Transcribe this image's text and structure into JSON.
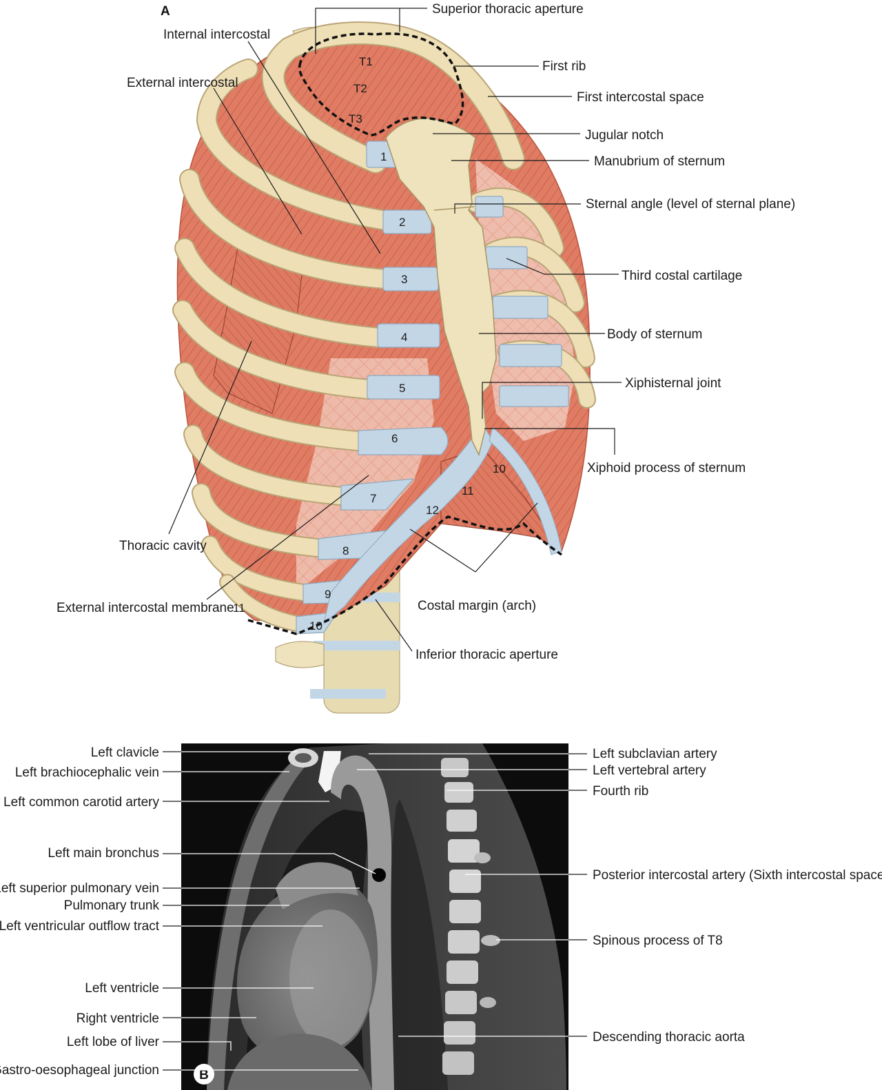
{
  "panel_a": {
    "letter": "A",
    "labels": [
      {
        "id": "superior-thoracic-aperture",
        "text": "Superior thoracic aperture"
      },
      {
        "id": "internal-intercostal",
        "text": "Internal intercostal"
      },
      {
        "id": "external-intercostal",
        "text": "External intercostal"
      },
      {
        "id": "first-rib",
        "text": "First rib"
      },
      {
        "id": "first-intercostal-space",
        "text": "First intercostal space"
      },
      {
        "id": "jugular-notch",
        "text": "Jugular notch"
      },
      {
        "id": "manubrium",
        "text": "Manubrium of sternum"
      },
      {
        "id": "sternal-angle",
        "text": "Sternal angle (level of sternal plane)"
      },
      {
        "id": "third-costal-cartilage",
        "text": "Third costal cartilage"
      },
      {
        "id": "body-of-sternum",
        "text": "Body of sternum"
      },
      {
        "id": "xiphisternal-joint",
        "text": "Xiphisternal joint"
      },
      {
        "id": "xiphoid-process",
        "text": "Xiphoid process of sternum"
      },
      {
        "id": "thoracic-cavity",
        "text": "Thoracic cavity"
      },
      {
        "id": "external-intercostal-membrane",
        "text": "External intercostal membrane"
      },
      {
        "id": "costal-margin",
        "text": "Costal margin (arch)"
      },
      {
        "id": "inferior-thoracic-aperture",
        "text": "Inferior thoracic aperture"
      }
    ],
    "vertebra_labels": [
      "T1",
      "T2",
      "T3"
    ],
    "cartilage_numbers": [
      "1",
      "2",
      "3",
      "4",
      "5",
      "6",
      "7",
      "8",
      "9",
      "10"
    ],
    "lower_rib_numbers": [
      "10",
      "11",
      "12",
      "11"
    ]
  },
  "panel_b": {
    "letter": "B",
    "left_labels": [
      {
        "id": "left-clavicle",
        "text": "Left clavicle"
      },
      {
        "id": "left-brachiocephalic-vein",
        "text": "Left brachiocephalic vein"
      },
      {
        "id": "left-common-carotid-artery",
        "text": "Left common carotid artery"
      },
      {
        "id": "left-main-bronchus",
        "text": "Left main bronchus"
      },
      {
        "id": "left-superior-pulmonary-vein",
        "text": "Left superior pulmonary vein"
      },
      {
        "id": "pulmonary-trunk",
        "text": "Pulmonary trunk"
      },
      {
        "id": "left-ventricular-outflow-tract",
        "text": "Left ventricular outflow tract"
      },
      {
        "id": "left-ventricle",
        "text": "Left ventricle"
      },
      {
        "id": "right-ventricle",
        "text": "Right ventricle"
      },
      {
        "id": "left-lobe-of-liver",
        "text": "Left lobe of liver"
      },
      {
        "id": "gastro-oesophageal-junction",
        "text": "Gastro-oesophageal junction"
      }
    ],
    "right_labels": [
      {
        "id": "left-subclavian-artery",
        "text": "Left subclavian artery"
      },
      {
        "id": "left-vertebral-artery",
        "text": "Left vertebral artery"
      },
      {
        "id": "fourth-rib",
        "text": "Fourth rib"
      },
      {
        "id": "posterior-intercostal-artery",
        "text": "Posterior intercostal artery (Sixth intercostal space)"
      },
      {
        "id": "spinous-process-t8",
        "text": "Spinous process of T8"
      },
      {
        "id": "descending-thoracic-aorta",
        "text": "Descending thoracic aorta"
      }
    ]
  },
  "colors": {
    "muscle": "#e2806a",
    "muscle_dark": "#c8604a",
    "bone": "#efe3bd",
    "cartilage": "#c3d6e6",
    "ct_background": "#0c0c0c"
  }
}
